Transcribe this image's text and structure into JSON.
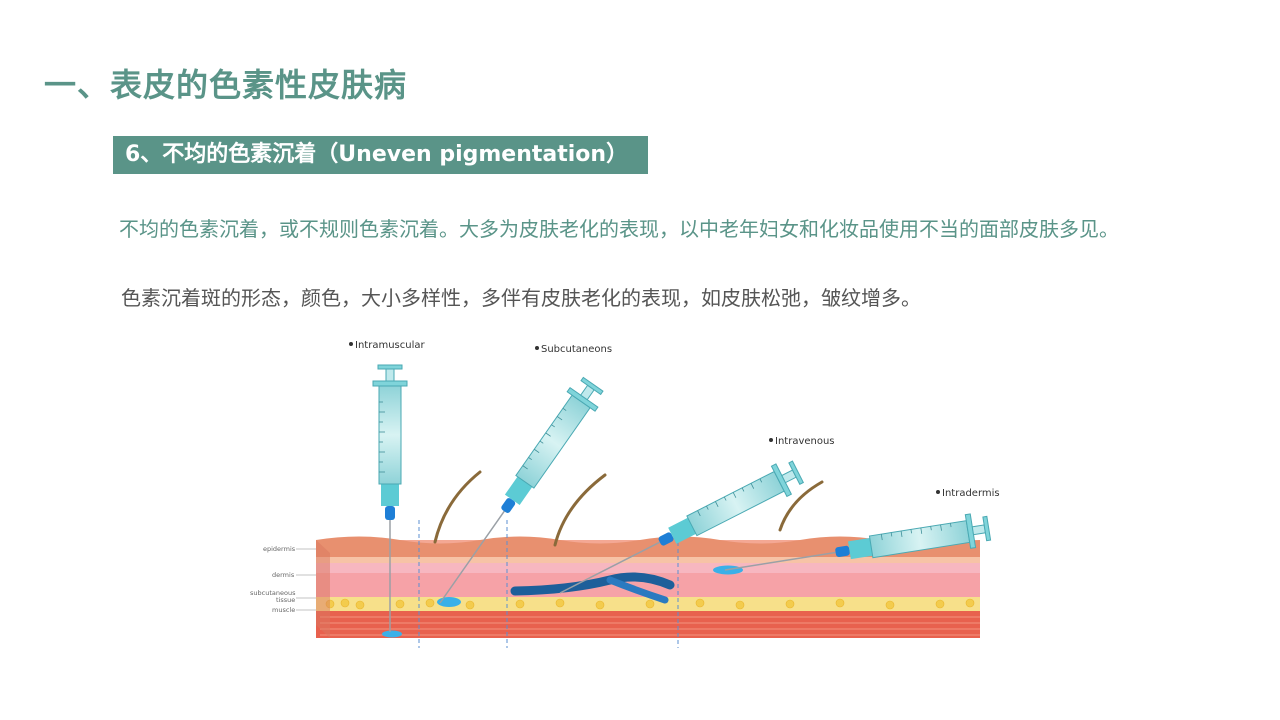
{
  "title": "一、表皮的色素性皮肤病",
  "subtitle": "6、不均的色素沉着（Uneven pigmentation）",
  "para1": "不均的色素沉着，或不规则色素沉着。大多为皮肤老化的表现，以中老年妇女和化妆品使用不当的面部皮肤多见。",
  "para2": "色素沉着斑的形态，颜色，大小多样性，多伴有皮肤老化的表现，如皮肤松弛，皱纹增多。",
  "illustration": {
    "labels": {
      "intramuscular": "Intramuscular",
      "subcutaneons": "Subcutaneons",
      "intravenous": "Intravenous",
      "intradermis": "Intradermis"
    },
    "layers": {
      "epidermis": "epidermis",
      "dermis": "dermis",
      "subcutaneous_1": "subcutaneous",
      "subcutaneous_2": "tissue",
      "muscle": "muscle"
    }
  }
}
